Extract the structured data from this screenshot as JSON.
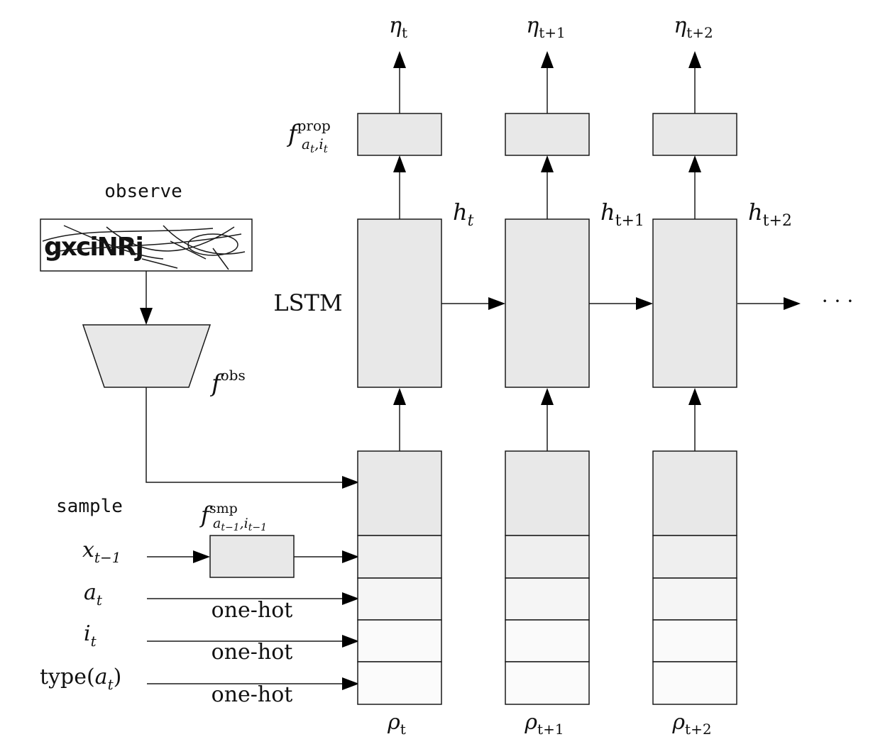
{
  "colors": {
    "stroke": "#1a1a1a",
    "fill_main": "#e8e8e8",
    "fill_light": "#efefef",
    "fill_lighter": "#f5f5f5",
    "fill_lightest": "#fafafa"
  },
  "labels": {
    "observe": "observe",
    "sample": "sample",
    "lstm": "LSTM",
    "one_hot": "one-hot",
    "ellipsis": "· · ·",
    "f_obs": "f",
    "f_obs_sup": "obs",
    "f_prop": "f",
    "f_prop_sup": "prop",
    "f_prop_sub": "a",
    "f_prop_sub_a_sub": "t",
    "f_prop_sub_comma": ",",
    "f_prop_sub_i": "i",
    "f_prop_sub_i_sub": "t",
    "f_smp": "f",
    "f_smp_sup": "smp",
    "f_smp_sub_a": "a",
    "f_smp_sub_a_sub": "t−1",
    "f_smp_sub_comma": ",",
    "f_smp_sub_i": "i",
    "f_smp_sub_i_sub": "t−1",
    "input_x": "x",
    "input_x_sub": "t−1",
    "input_a": "a",
    "input_a_sub": "t",
    "input_i": "i",
    "input_i_sub": "t",
    "input_type_pre": "type(",
    "input_type_a": "a",
    "input_type_sub": "t",
    "input_type_post": ")"
  },
  "steps": [
    {
      "eta": "η",
      "eta_sub": "t",
      "h": "h",
      "h_sub": "t",
      "rho": "ρ",
      "rho_sub": "t"
    },
    {
      "eta": "η",
      "eta_sub": "t+1",
      "h": "h",
      "h_sub": "t+1",
      "rho": "ρ",
      "rho_sub": "t+1"
    },
    {
      "eta": "η",
      "eta_sub": "t+2",
      "h": "h",
      "h_sub": "t+2",
      "rho": "ρ",
      "rho_sub": "t+2"
    }
  ],
  "captcha_image": {
    "text": "gxciNRj"
  }
}
